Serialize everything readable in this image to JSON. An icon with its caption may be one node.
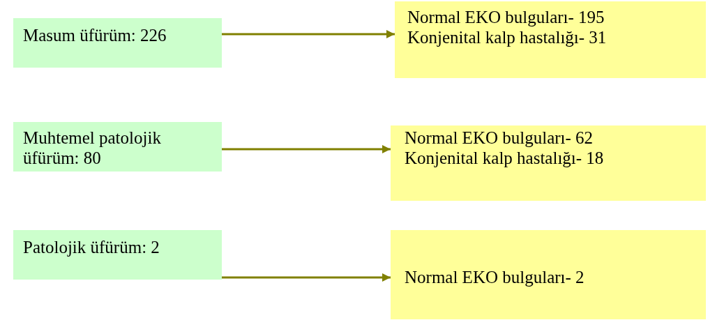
{
  "diagram": {
    "nodes": [
      {
        "text": [
          "Masum üfürüm: 226"
        ]
      },
      {
        "text": [
          "Normal EKO bulguları- 195",
          "Konjenital kalp hastalığı- 31"
        ]
      },
      {
        "text": [
          "Muhtemel patolojik üfürüm: 80"
        ]
      },
      {
        "text": [
          "Normal EKO bulguları- 62",
          "Konjenital kalp hastalığı- 18"
        ]
      },
      {
        "text": [
          "Patolojik üfürüm: 2"
        ]
      },
      {
        "text": [
          "Normal EKO bulguları- 2"
        ]
      }
    ],
    "edges": [
      {
        "from": 0,
        "to": 1,
        "arrow": "to"
      },
      {
        "from": 2,
        "to": 3,
        "arrow": "to"
      },
      {
        "from": 4,
        "to": 5,
        "arrow": "to"
      }
    ]
  }
}
